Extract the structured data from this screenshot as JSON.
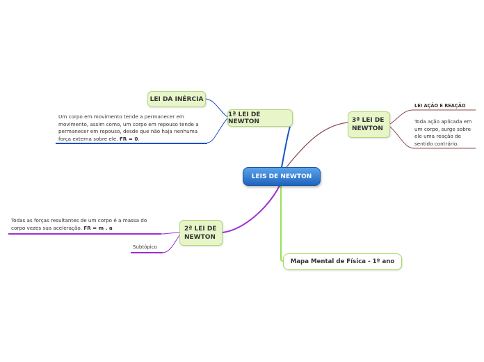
{
  "center": {
    "label": "LEIS DE NEWTON"
  },
  "law1": {
    "label": "1ª LEI DE NEWTON",
    "child": {
      "label": "LEI DA INÉRCIA"
    },
    "note_text": "Um corpo em movimento tende a permanecer em movimento, assim como, um corpo em repouso tende a permanecer em repouso, desde que não haja nenhuma força externa sobre ele.",
    "note_formula": "FR = 0"
  },
  "law2": {
    "label": "2ª LEI DE NEWTON",
    "note_text": "Todas as forças resultantes de um corpo é a massa do corpo vezes sua aceleração.",
    "note_formula": "FR = m . a",
    "subtopic": "Subtópico"
  },
  "law3": {
    "label": "3ª LEI DE NEWTON",
    "child": {
      "label": "LEI AÇÃO E REAÇÃO"
    },
    "note_text": "Toda ação aplicada em um corpo, surge sobre ele uma reação de sentido contrário."
  },
  "extra": {
    "label": "Mapa Mental de Física - 1º ano"
  },
  "colors": {
    "law1_branch": "#1b50c8",
    "law2_branch": "#9b2ed6",
    "law3_branch": "#8b4a4a",
    "extra_branch": "#9ae05a"
  }
}
